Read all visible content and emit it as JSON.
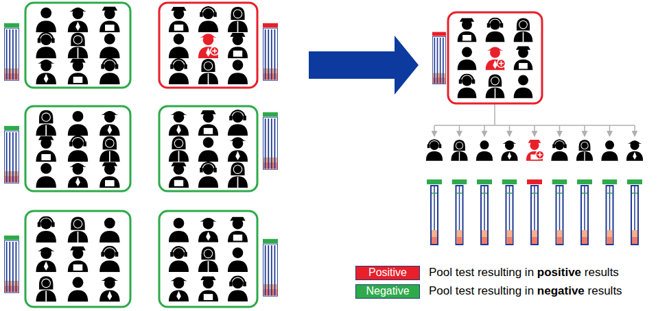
{
  "diagram": {
    "labels": [
      "Positive",
      "Negative"
    ],
    "legend": [
      {
        "text": "Pool test resulting in positive results",
        "color": "#e8202a"
      },
      {
        "text": "Pool test resulting in negative results",
        "color": "#2eaa4a"
      }
    ]
  }
}
